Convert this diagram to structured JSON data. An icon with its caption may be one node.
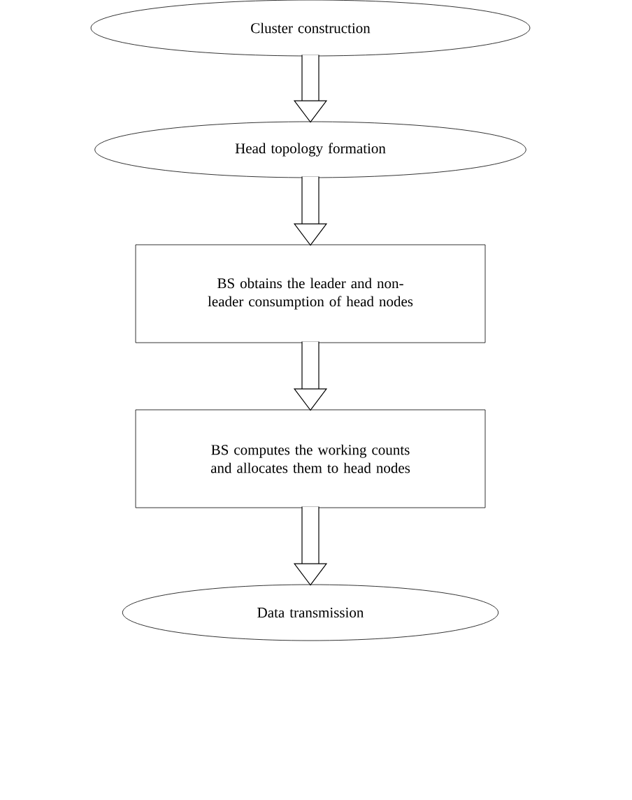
{
  "diagram": {
    "nodes": [
      {
        "text": [
          "Cluster construction"
        ]
      },
      {
        "text": [
          "Head topology formation"
        ]
      },
      {
        "text": [
          "BS obtains the leader and non-leader consumption of head nodes"
        ]
      },
      {
        "text": [
          "BS computes the working counts and allocates them to head nodes"
        ]
      },
      {
        "text": [
          "Data transmission"
        ]
      }
    ],
    "edges": [
      {
        "from": 0,
        "to": 1,
        "arrow": "to"
      },
      {
        "from": 1,
        "to": 2,
        "arrow": "to"
      },
      {
        "from": 2,
        "to": 3,
        "arrow": "to"
      },
      {
        "from": 3,
        "to": 4,
        "arrow": "to"
      }
    ]
  }
}
